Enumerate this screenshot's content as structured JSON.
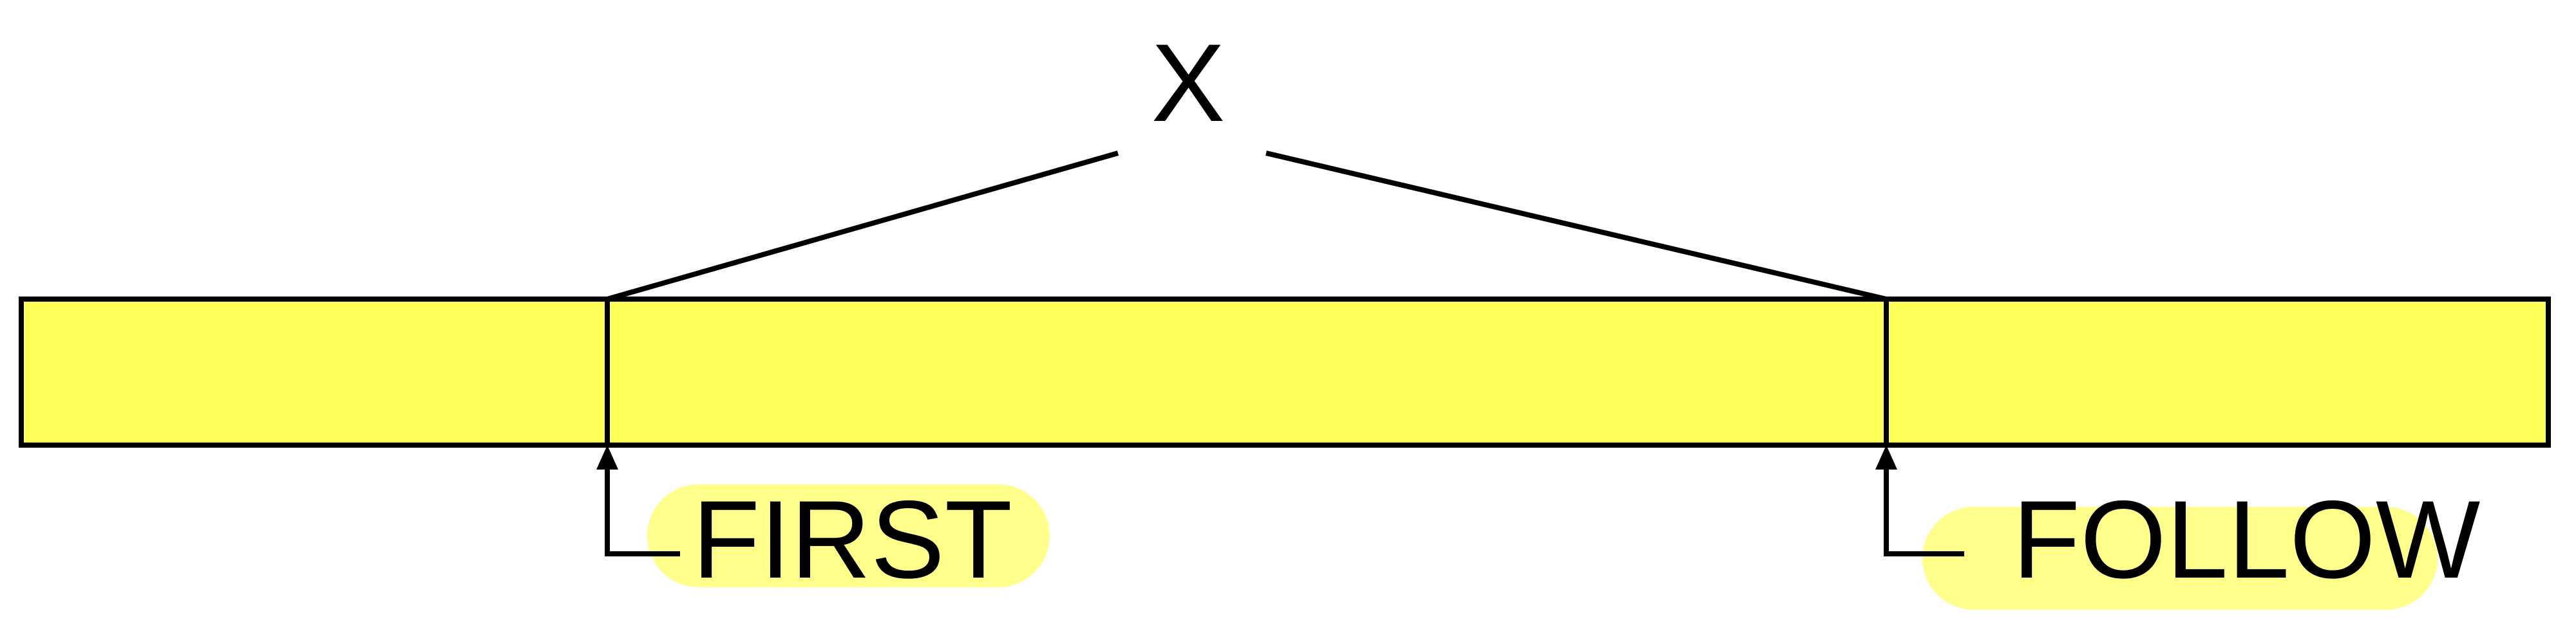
{
  "diagram": {
    "title": "X",
    "markers": {
      "first": "FIRST",
      "follow": "FOLLOW"
    }
  },
  "colors": {
    "bar_fill": "#FFFF59",
    "label_highlight": "#FFFF8C",
    "stroke": "#000000",
    "background": "#FFFFFF"
  }
}
